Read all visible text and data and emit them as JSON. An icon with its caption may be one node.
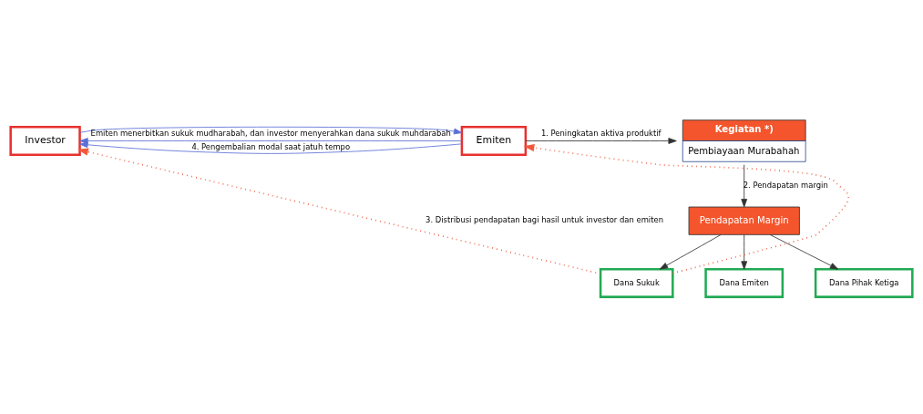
{
  "diagram": {
    "nodes": [
      {
        "text": [
          "Investor"
        ]
      },
      {
        "text": [
          "Emiten"
        ]
      },
      {
        "text": [
          "Kegiatan *)",
          "Pembiayaan Murabahah"
        ]
      },
      {
        "text": [
          "Pendapatan Margin"
        ]
      },
      {
        "text": [
          "Dana Sukuk"
        ]
      },
      {
        "text": [
          "Dana Emiten"
        ]
      },
      {
        "text": [
          "Dana Pihak Ketiga"
        ]
      }
    ],
    "edges": [
      {
        "from": 1,
        "to": 0,
        "arrow": "to",
        "color": "#5b6fd6",
        "label": "Emiten menerbitkan sukuk mudharabah, dan investor menyerahkan dana sukuk muhdarabah"
      },
      {
        "from": 0,
        "to": 1,
        "arrow": "to",
        "color": "#5b6fd6"
      },
      {
        "from": 1,
        "to": 0,
        "arrow": "to",
        "color": "#5b6fd6",
        "label": "4. Pengembalian modal saat jatuh tempo"
      },
      {
        "from": 1,
        "to": 2,
        "arrow": "to",
        "label": "1. Peningkatan aktiva produktif"
      },
      {
        "from": 2,
        "to": 3,
        "arrow": "to",
        "label": "2. Pendapatan margin"
      },
      {
        "from": 3,
        "to": 4,
        "arrow": "to"
      },
      {
        "from": 3,
        "to": 5,
        "arrow": "to"
      },
      {
        "from": 3,
        "to": 6,
        "arrow": "to"
      },
      {
        "from": 4,
        "to": 0,
        "arrow": "to",
        "style": "dashed",
        "color": "#f05a3c",
        "label": "3. Distribusi pendapatan bagi hasil untuk investor dan emiten"
      },
      {
        "from": 4,
        "to": 1,
        "arrow": "to",
        "style": "dashed",
        "color": "#f05a3c"
      }
    ]
  }
}
